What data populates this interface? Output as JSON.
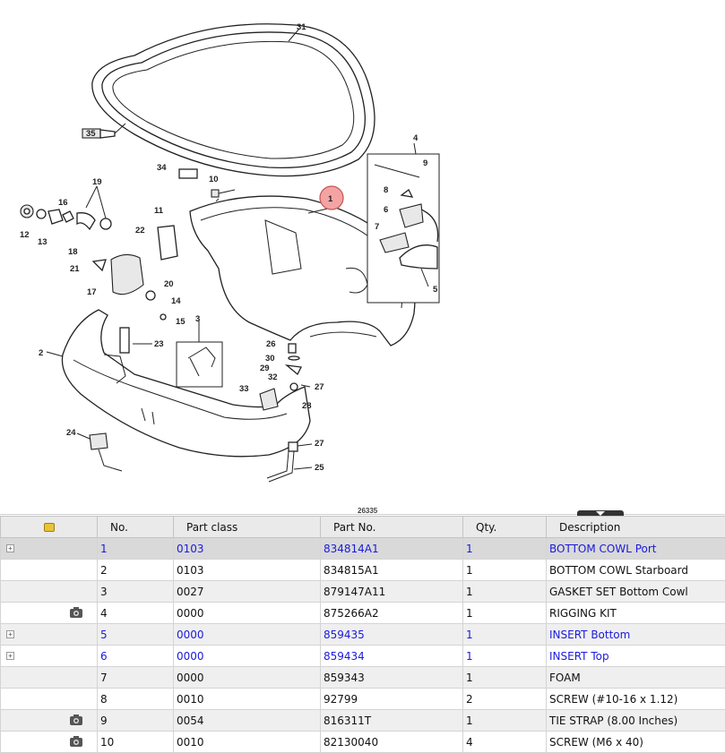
{
  "diagram": {
    "id_text": "26335",
    "callouts": [
      "1",
      "2",
      "3",
      "4",
      "5",
      "6",
      "7",
      "8",
      "9",
      "10",
      "11",
      "12",
      "13",
      "14",
      "15",
      "16",
      "17",
      "18",
      "19",
      "20",
      "21",
      "22",
      "23",
      "24",
      "25",
      "26",
      "27",
      "27",
      "28",
      "29",
      "30",
      "31",
      "32",
      "33",
      "34",
      "35"
    ]
  },
  "table": {
    "header_icon": "folder-icon",
    "columns": [
      "No.",
      "Part class",
      "Part No.",
      "Qty.",
      "Description"
    ],
    "rows": [
      {
        "no": "1",
        "part_class": "0103",
        "part_no": "834814A1",
        "qty": "1",
        "description": "BOTTOM COWL Port",
        "expandable": true,
        "camera": false,
        "link": true,
        "selected": true
      },
      {
        "no": "2",
        "part_class": "0103",
        "part_no": "834815A1",
        "qty": "1",
        "description": "BOTTOM COWL Starboard",
        "expandable": false,
        "camera": false,
        "link": false
      },
      {
        "no": "3",
        "part_class": "0027",
        "part_no": "879147A11",
        "qty": "1",
        "description": "GASKET SET Bottom Cowl",
        "expandable": false,
        "camera": false,
        "link": false
      },
      {
        "no": "4",
        "part_class": "0000",
        "part_no": "875266A2",
        "qty": "1",
        "description": "RIGGING KIT",
        "expandable": false,
        "camera": true,
        "link": false
      },
      {
        "no": "5",
        "part_class": "0000",
        "part_no": "859435",
        "qty": "1",
        "description": "INSERT Bottom",
        "expandable": true,
        "camera": false,
        "link": true
      },
      {
        "no": "6",
        "part_class": "0000",
        "part_no": "859434",
        "qty": "1",
        "description": "INSERT Top",
        "expandable": true,
        "camera": false,
        "link": true
      },
      {
        "no": "7",
        "part_class": "0000",
        "part_no": "859343",
        "qty": "1",
        "description": "FOAM",
        "expandable": false,
        "camera": false,
        "link": false
      },
      {
        "no": "8",
        "part_class": "0010",
        "part_no": "92799",
        "qty": "2",
        "description": "SCREW (#10-16 x 1.12)",
        "expandable": false,
        "camera": false,
        "link": false
      },
      {
        "no": "9",
        "part_class": "0054",
        "part_no": "816311T",
        "qty": "1",
        "description": "TIE STRAP (8.00 Inches)",
        "expandable": false,
        "camera": true,
        "link": false
      },
      {
        "no": "10",
        "part_class": "0010",
        "part_no": "82130040",
        "qty": "4",
        "description": "SCREW (M6 x 40)",
        "expandable": false,
        "camera": true,
        "link": false
      }
    ]
  },
  "colors": {
    "link": "#1a1adc",
    "selected_row": "#d9d9d9",
    "callout_highlight": "#f4a3a3"
  }
}
